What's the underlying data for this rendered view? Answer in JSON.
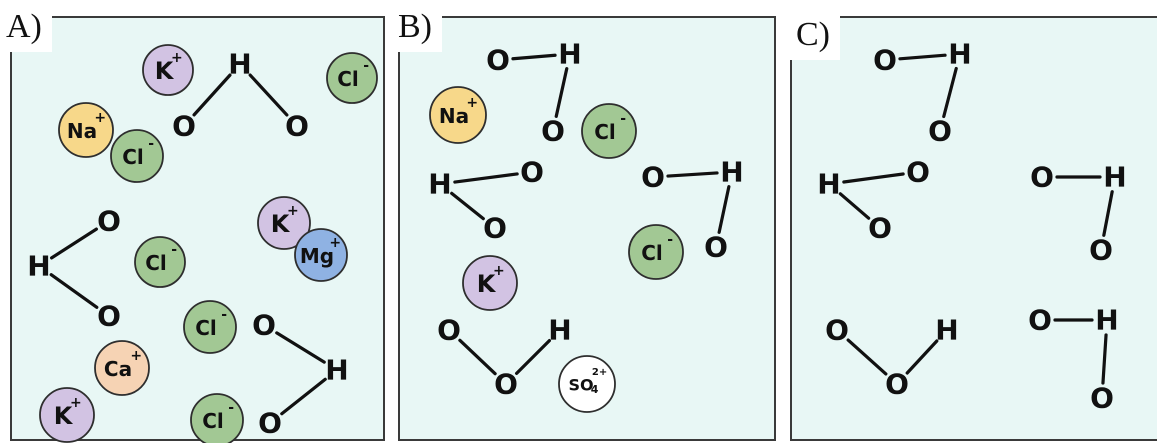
{
  "colors": {
    "panel_bg": "#e8f7f5",
    "k": "#d2c3e3",
    "cl": "#a2c894",
    "na": "#f7d88a",
    "mg": "#8fb2e3",
    "ca": "#f6d3b4",
    "so4": "#ffffff"
  },
  "panels": [
    {
      "label": "A)",
      "ions": [
        {
          "kind": "k",
          "base": "K",
          "sup": "+"
        },
        {
          "kind": "cl",
          "base": "Cl",
          "sup": "-"
        },
        {
          "kind": "na",
          "base": "Na",
          "sup": "+"
        },
        {
          "kind": "cl",
          "base": "Cl",
          "sup": "-"
        },
        {
          "kind": "k",
          "base": "K",
          "sup": "+"
        },
        {
          "kind": "mg",
          "base": "Mg",
          "sup": "+"
        },
        {
          "kind": "cl",
          "base": "Cl",
          "sup": "-"
        },
        {
          "kind": "cl",
          "base": "Cl",
          "sup": "-"
        },
        {
          "kind": "ca",
          "base": "Ca",
          "sup": "+"
        },
        {
          "kind": "k",
          "base": "K",
          "sup": "+"
        },
        {
          "kind": "cl",
          "base": "Cl",
          "sup": "-"
        }
      ],
      "molecules": [
        {
          "atoms": [
            "H",
            "O",
            "O"
          ]
        },
        {
          "atoms": [
            "H",
            "O",
            "O"
          ]
        },
        {
          "atoms": [
            "H",
            "O",
            "O"
          ]
        }
      ]
    },
    {
      "label": "B)",
      "ions": [
        {
          "kind": "na",
          "base": "Na",
          "sup": "+"
        },
        {
          "kind": "cl",
          "base": "Cl",
          "sup": "-"
        },
        {
          "kind": "cl",
          "base": "Cl",
          "sup": "-"
        },
        {
          "kind": "k",
          "base": "K",
          "sup": "+"
        },
        {
          "kind": "so4",
          "base": "SO",
          "sub": "4",
          "sup": "2+"
        }
      ],
      "molecules": [
        {
          "atoms": [
            "O",
            "H",
            "O"
          ]
        },
        {
          "atoms": [
            "H",
            "O",
            "O"
          ]
        },
        {
          "atoms": [
            "O",
            "H",
            "O"
          ]
        },
        {
          "atoms": [
            "O",
            "O",
            "H"
          ]
        }
      ]
    },
    {
      "label": "C)",
      "ions": [],
      "molecules": [
        {
          "atoms": [
            "O",
            "H",
            "O"
          ]
        },
        {
          "atoms": [
            "H",
            "O",
            "O"
          ]
        },
        {
          "atoms": [
            "O",
            "H",
            "O"
          ]
        },
        {
          "atoms": [
            "O",
            "O",
            "H"
          ]
        },
        {
          "atoms": [
            "O",
            "H",
            "O"
          ]
        }
      ]
    }
  ]
}
